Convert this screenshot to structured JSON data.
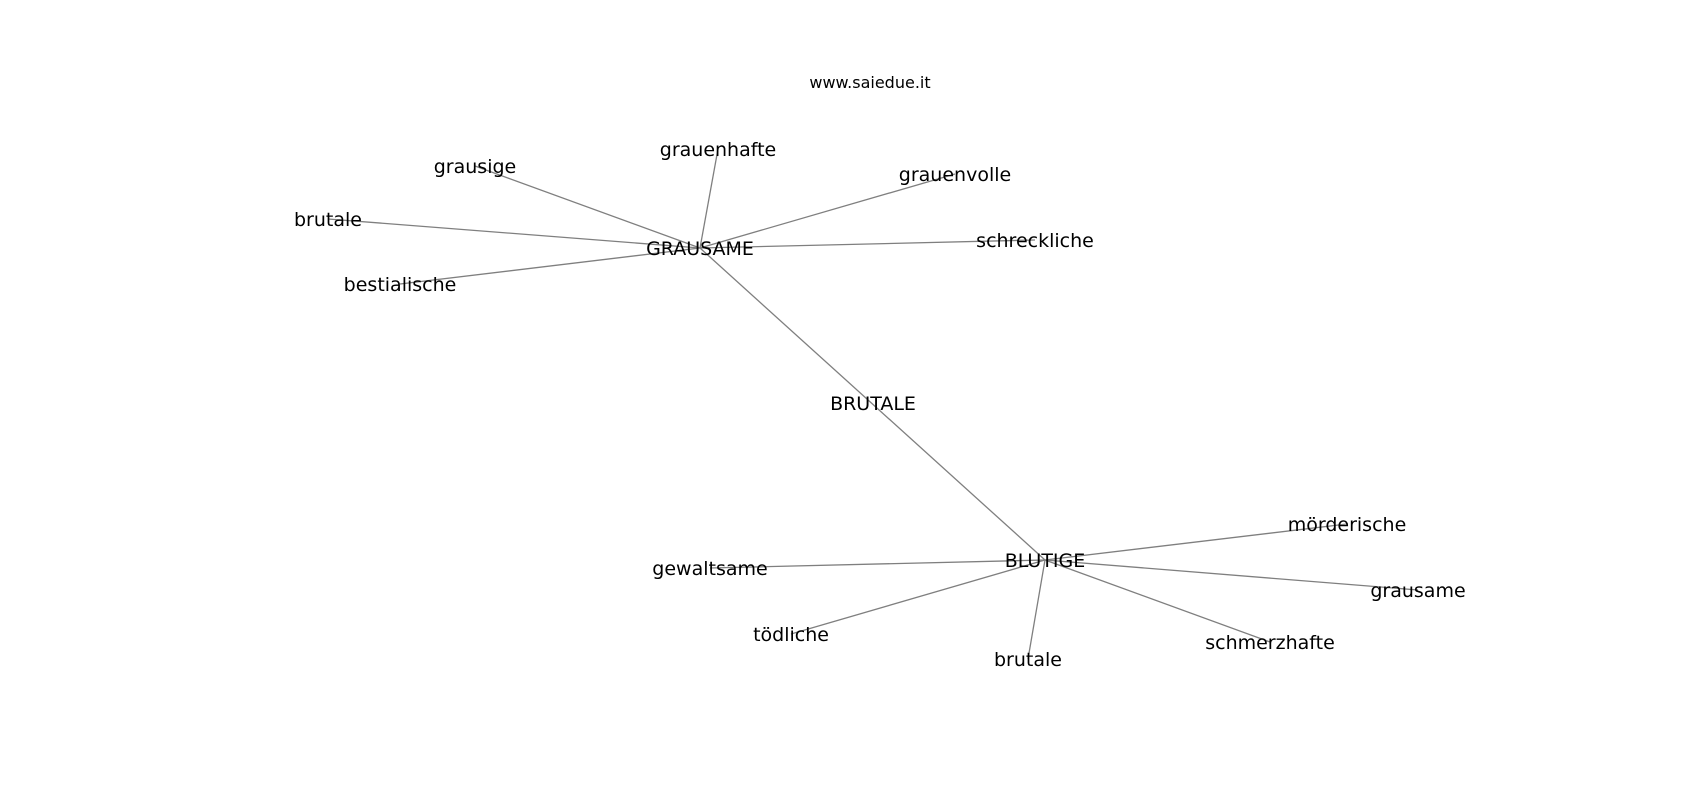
{
  "watermark": "www.saiedue.it",
  "colors": {
    "edge": "#7f7f7f",
    "text": "#000000",
    "background": "#ffffff"
  },
  "graph": {
    "center": "BRUTALE",
    "hubs": [
      "GRAUSAME",
      "BLUTIGE"
    ],
    "nodes": [
      {
        "id": "brutale_center",
        "label": "BRUTALE"
      },
      {
        "id": "grausame_hub",
        "label": "GRAUSAME"
      },
      {
        "id": "blutige_hub",
        "label": "BLUTIGE"
      },
      {
        "id": "grausige",
        "label": "grausige"
      },
      {
        "id": "grauenhafte",
        "label": "grauenhafte"
      },
      {
        "id": "grauenvolle",
        "label": "grauenvolle"
      },
      {
        "id": "brutale_top",
        "label": "brutale"
      },
      {
        "id": "schreckliche",
        "label": "schreckliche"
      },
      {
        "id": "bestialische",
        "label": "bestialische"
      },
      {
        "id": "moerderische",
        "label": "mörderische"
      },
      {
        "id": "gewaltsame",
        "label": "gewaltsame"
      },
      {
        "id": "grausame_leaf",
        "label": "grausame"
      },
      {
        "id": "toedliche",
        "label": "tödliche"
      },
      {
        "id": "schmerzhafte",
        "label": "schmerzhafte"
      },
      {
        "id": "brutale_bottom",
        "label": "brutale"
      }
    ],
    "edges": [
      [
        "grausame_hub",
        "blutige_hub"
      ],
      [
        "grausame_hub",
        "grausige"
      ],
      [
        "grausame_hub",
        "grauenhafte"
      ],
      [
        "grausame_hub",
        "grauenvolle"
      ],
      [
        "grausame_hub",
        "brutale_top"
      ],
      [
        "grausame_hub",
        "schreckliche"
      ],
      [
        "grausame_hub",
        "bestialische"
      ],
      [
        "blutige_hub",
        "moerderische"
      ],
      [
        "blutige_hub",
        "gewaltsame"
      ],
      [
        "blutige_hub",
        "grausame_leaf"
      ],
      [
        "blutige_hub",
        "toedliche"
      ],
      [
        "blutige_hub",
        "schmerzhafte"
      ],
      [
        "blutige_hub",
        "brutale_bottom"
      ]
    ]
  }
}
